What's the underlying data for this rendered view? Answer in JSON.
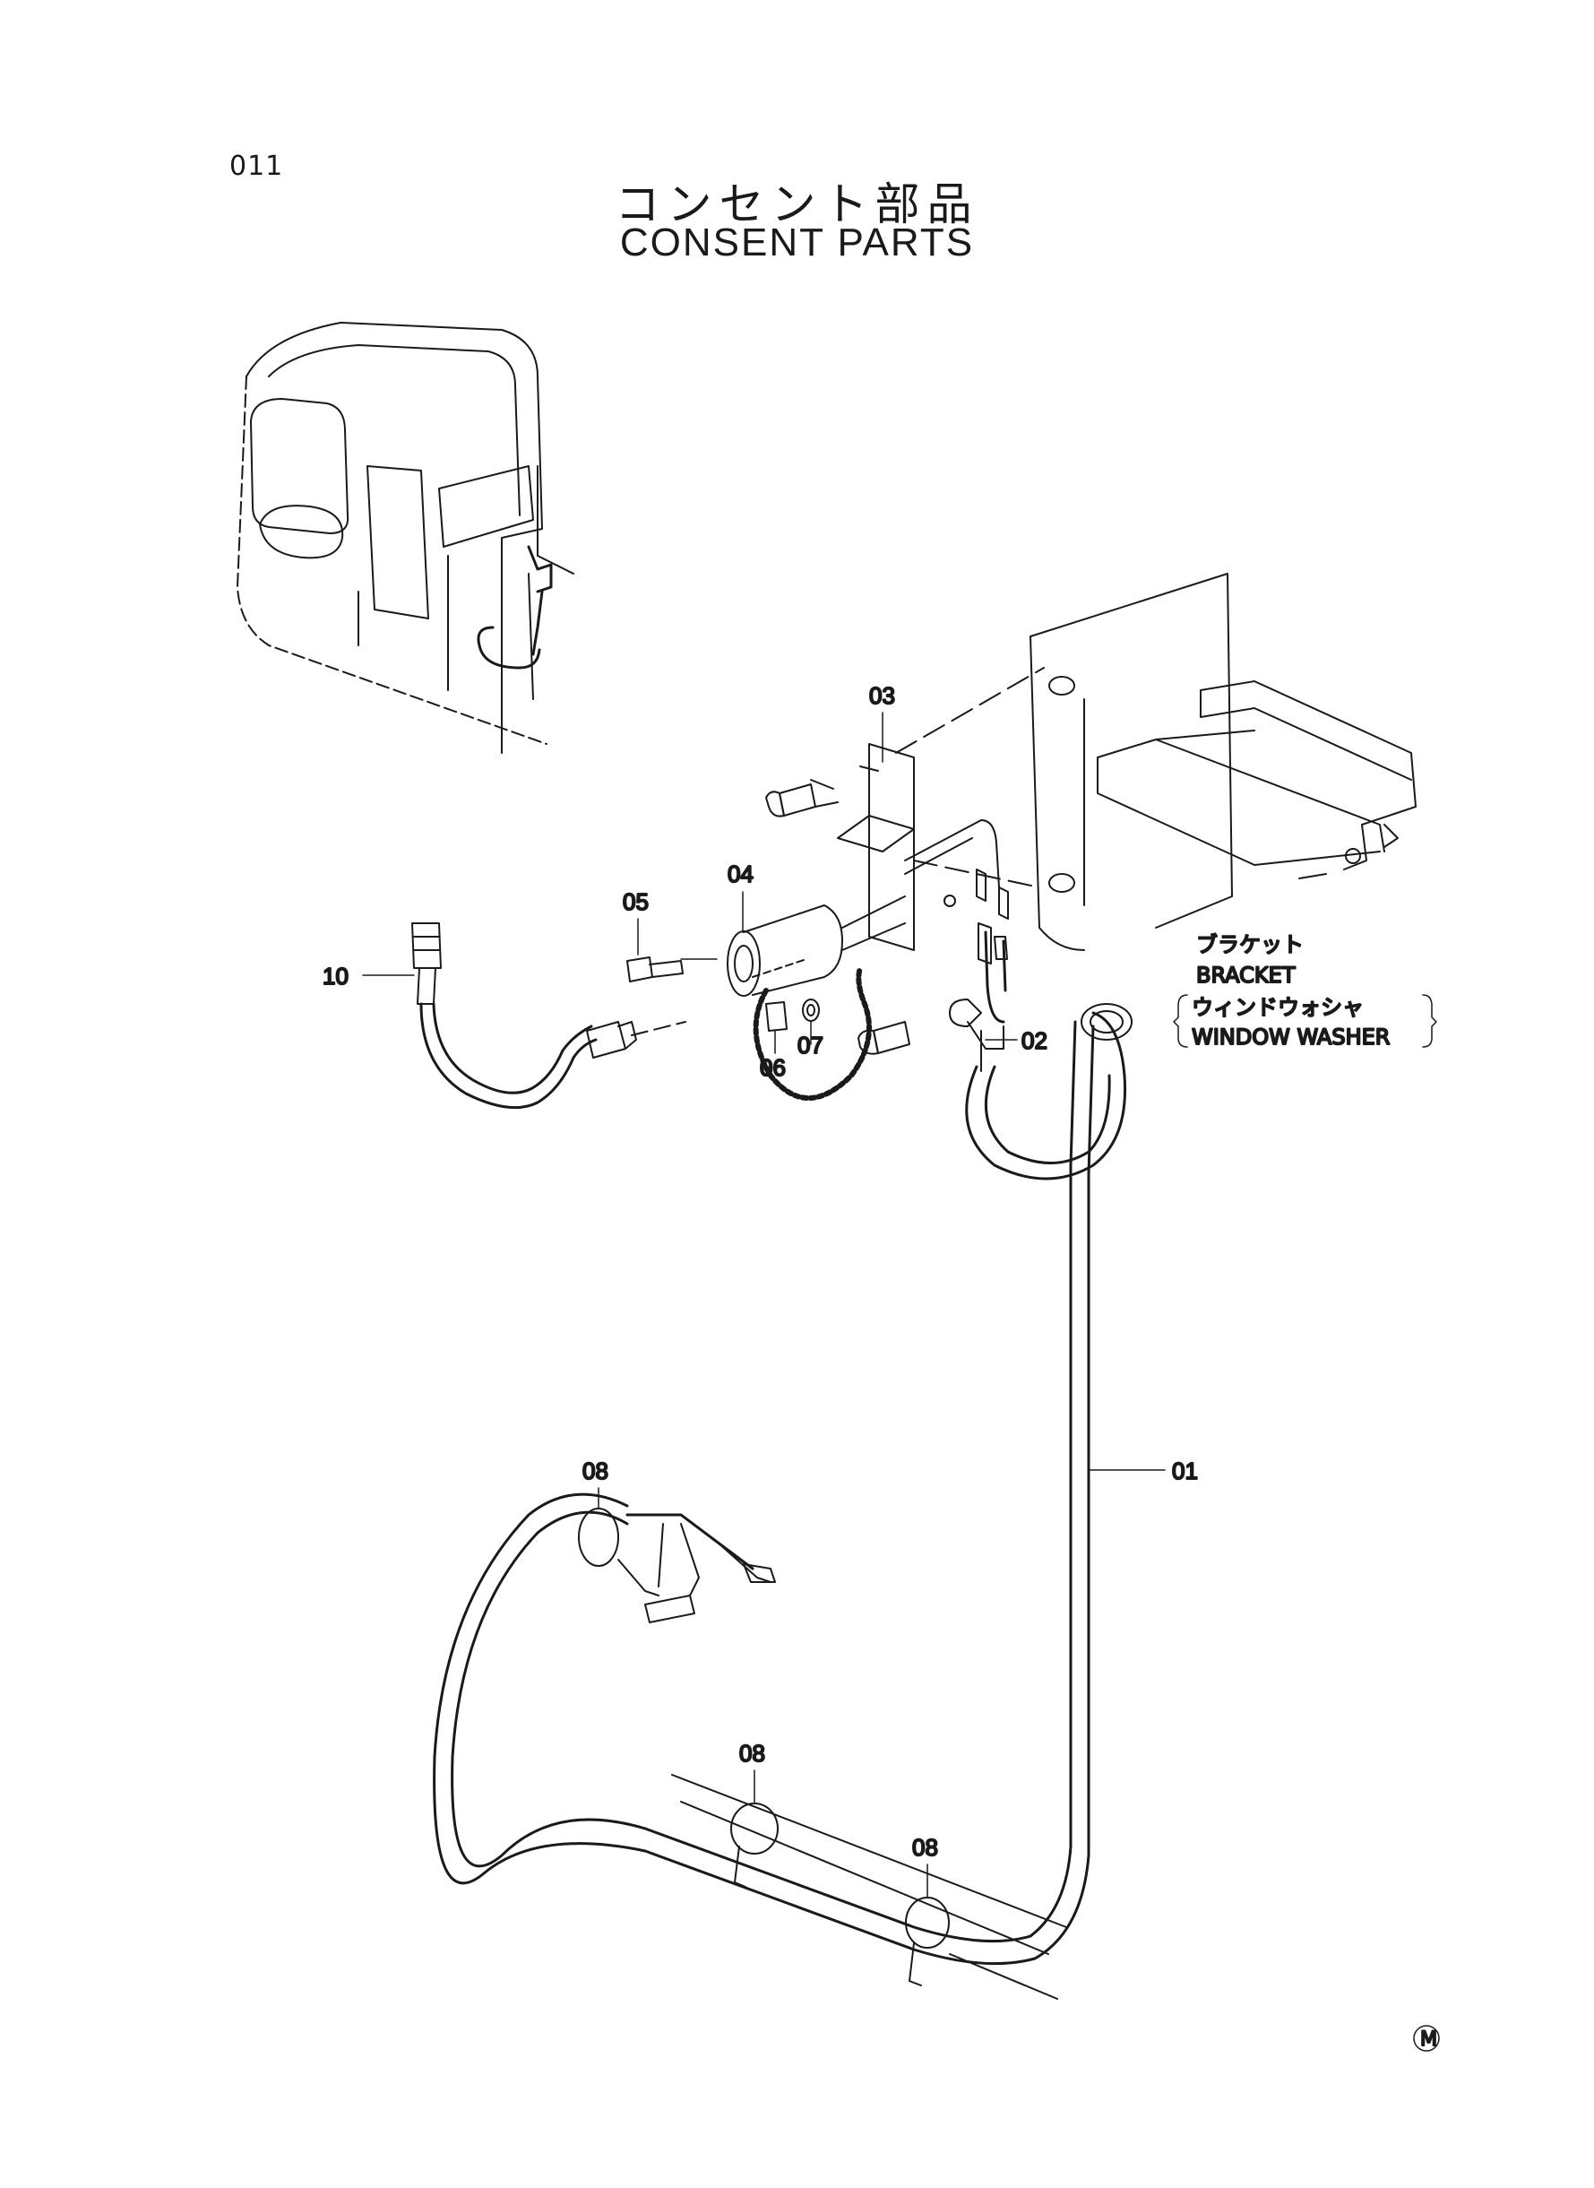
{
  "page": {
    "number": "011"
  },
  "title": {
    "jp": "コンセント部品",
    "en": "CONSENT PARTS"
  },
  "callouts": {
    "c01": "01",
    "c02": "02",
    "c03": "03",
    "c04": "04",
    "c05": "05",
    "c06": "06",
    "c07": "07",
    "c08a": "08",
    "c08b": "08",
    "c08c": "08",
    "c10": "10"
  },
  "bracket_note": {
    "jp": "ブラケット",
    "en": "BRACKET",
    "sub_jp": "ウィンドウォシャ",
    "sub_en": "WINDOW WASHER"
  },
  "corner_mark": "M"
}
